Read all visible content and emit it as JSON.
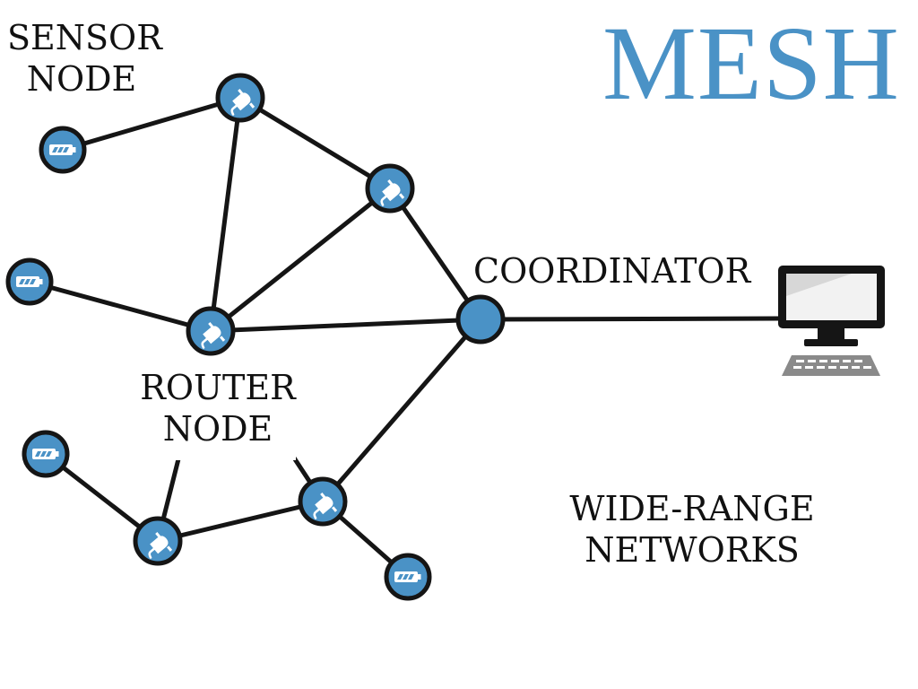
{
  "title": "MESH",
  "labels": {
    "sensor_node": [
      "SENSOR",
      "NODE"
    ],
    "router_node": [
      "ROUTER",
      "NODE"
    ],
    "coordinator": "COORDINATOR",
    "wide_range": [
      "WIDE-RANGE",
      "NETWORKS"
    ]
  },
  "colors": {
    "node_fill": "#4a92c6",
    "outline": "#151515",
    "title": "#4a92c6",
    "screen": "#d7d7d7",
    "keyboard": "#8a8a8a"
  },
  "node_types": {
    "router": "plug-icon",
    "sensor": "battery-icon",
    "coordinator": "plain-circle",
    "computer": "desktop-computer-icon"
  }
}
